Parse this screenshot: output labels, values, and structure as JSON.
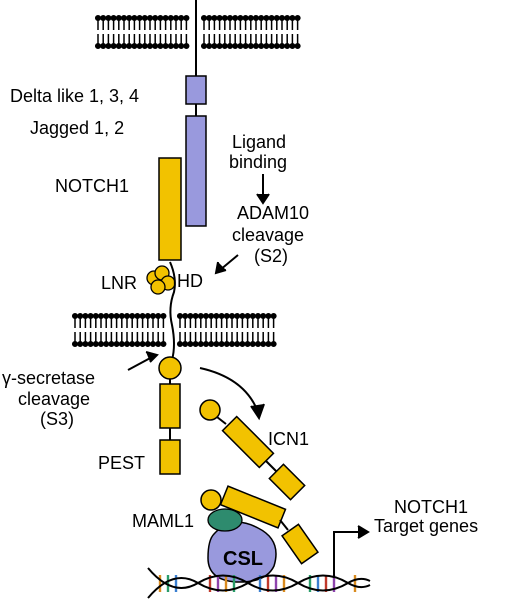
{
  "labels": {
    "ligand_family_1": "Delta like 1, 3, 4",
    "ligand_family_2": "Jagged 1, 2",
    "notch1": "NOTCH1",
    "ligand_binding_1": "Ligand",
    "ligand_binding_2": "binding",
    "adam10_1": "ADAM10",
    "adam10_2": "cleavage",
    "adam10_3": "(S2)",
    "lnr": "LNR",
    "hd": "HD",
    "gamma_1": "γ-secretase",
    "gamma_2": "cleavage",
    "gamma_3": "(S3)",
    "icn1": "ICN1",
    "pest": "PEST",
    "maml1": "MAML1",
    "csl": "CSL",
    "target_1": "NOTCH1",
    "target_2": "Target genes"
  },
  "colors": {
    "ligand": "#9999dd",
    "notch": "#f2c200",
    "maml1": "#2e8b6e",
    "csl": "#9999dd",
    "outline": "#000000",
    "dna_rungs": [
      "#d98b1f",
      "#2a9d6a",
      "#3a7fd1",
      "#c0392b",
      "#8e44ad"
    ]
  }
}
